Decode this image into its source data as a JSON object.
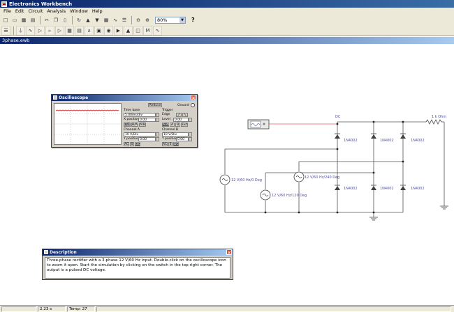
{
  "app": {
    "title": "Electronics Workbench"
  },
  "menu": [
    "File",
    "Edit",
    "Circuit",
    "Analysis",
    "Window",
    "Help"
  ],
  "toolbar": {
    "zoom_value": "80%",
    "help_label": "?"
  },
  "document": {
    "title": "3phase.ewb"
  },
  "oscilloscope": {
    "title": "Oscilloscope",
    "reduce_label": "Reduce",
    "ground_label": "Ground",
    "timebase_label": "Time base",
    "timebase_value": "5.00ms/div",
    "x_position_label": "X position",
    "x_position_value": "0.00",
    "mode_ya": "Y/T",
    "mode_ba": "B/A",
    "mode_ab": "A/B",
    "trigger_label": "Trigger",
    "edge_label": "Edge",
    "level_label": "Level",
    "level_value": "0.00",
    "trigger_sing": "Sing",
    "trigger_nor": "Nor",
    "trigger_auto": "Auto",
    "trigger_a": "A",
    "trigger_b": "B",
    "trigger_ext": "Ext",
    "channel_a_label": "Channel A",
    "channel_a_value": "10 V/Div",
    "channel_a_ypos_label": "Y position",
    "channel_a_ypos": "0.00",
    "channel_b_label": "Channel B",
    "channel_b_value": "10 V/Div",
    "channel_b_ypos_label": "Y position",
    "channel_b_ypos": "0.00",
    "ac": "AC",
    "zero": "0",
    "dc": "DC"
  },
  "circuit": {
    "dc_label": "DC",
    "resistor_label": "1 k Ohm",
    "sources": [
      "12 V/60 Hz/0 Deg",
      "12 V/60 Hz/120 Deg",
      "12 V/60 Hz/240 Deg"
    ],
    "diodes": [
      "1N4002",
      "1N4002",
      "1N4002",
      "1N4002",
      "1N4002",
      "1N4002"
    ]
  },
  "description": {
    "title": "Description",
    "text": "Three-phase rectifier with a 3-phase 12 V/60 Hz input. Double-click on the oscilloscope icon to zoom it open. Start the simulation by clicking on the switch in the top-right corner. The output is a pulsed DC voltage."
  },
  "status": {
    "time": "2.23 s",
    "temp": "Temp:  27"
  },
  "colors": {
    "titlebar": "#0a246a",
    "trace": "#cc2020",
    "wire_red": "#e06060",
    "label": "#5050a0"
  }
}
